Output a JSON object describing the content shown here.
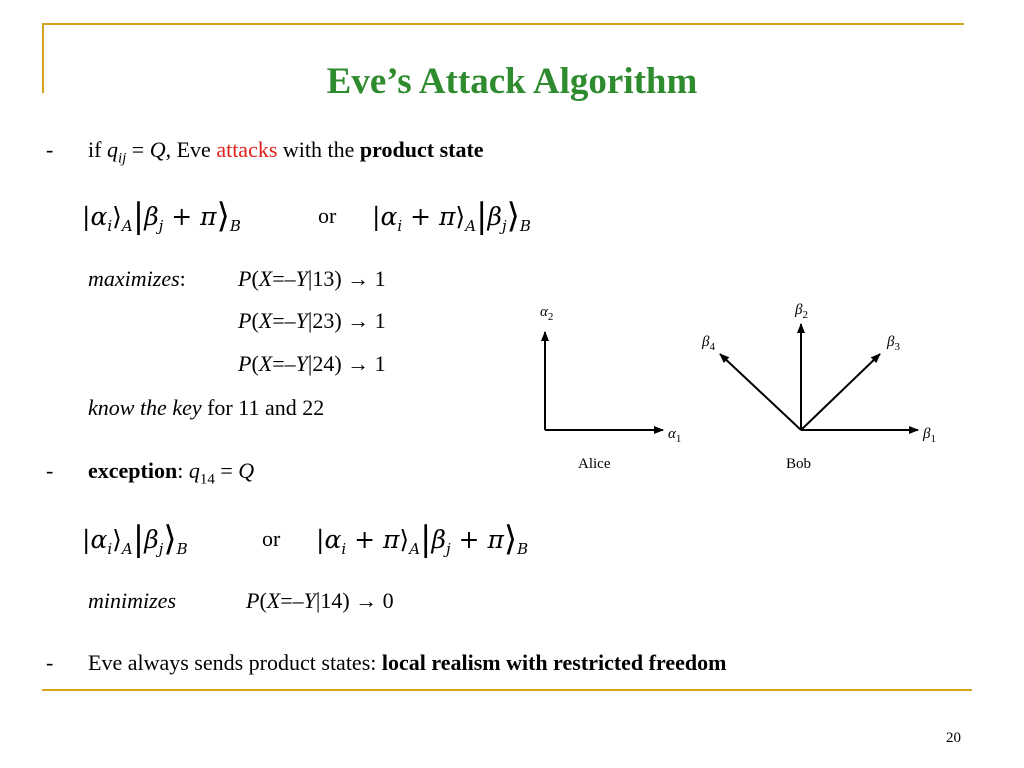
{
  "title": "Eve’s Attack Algorithm",
  "bullet1": {
    "dash": "-",
    "prefix": "if ",
    "q": "q",
    "q_sub": "ij",
    "eq": " = ",
    "Q": "Q",
    "mid": ", Eve ",
    "attacks": "attacks",
    "mid2": " with the ",
    "bold": "product state"
  },
  "states1": {
    "or": "or"
  },
  "maximizes": {
    "label": "maximizes",
    "colon": ":",
    "lines": [
      "13",
      "23",
      "24"
    ],
    "arrow_val": "1"
  },
  "know": {
    "italic": "know the key",
    "rest": " for 11 and 22"
  },
  "bullet2": {
    "dash": "-",
    "bold": "exception",
    "colon": ": ",
    "q": "q",
    "q_sub": "14",
    "eq": " = ",
    "Q": "Q"
  },
  "states2": {
    "or": "or"
  },
  "minimizes": {
    "label": "minimizes",
    "pair": "14",
    "arrow_val": "0"
  },
  "bullet3": {
    "dash": "-",
    "text": "Eve always sends product states: ",
    "bold": "local realism with restricted freedom"
  },
  "diagram": {
    "alice_label": "Alice",
    "bob_label": "Bob"
  },
  "page_number": "20"
}
